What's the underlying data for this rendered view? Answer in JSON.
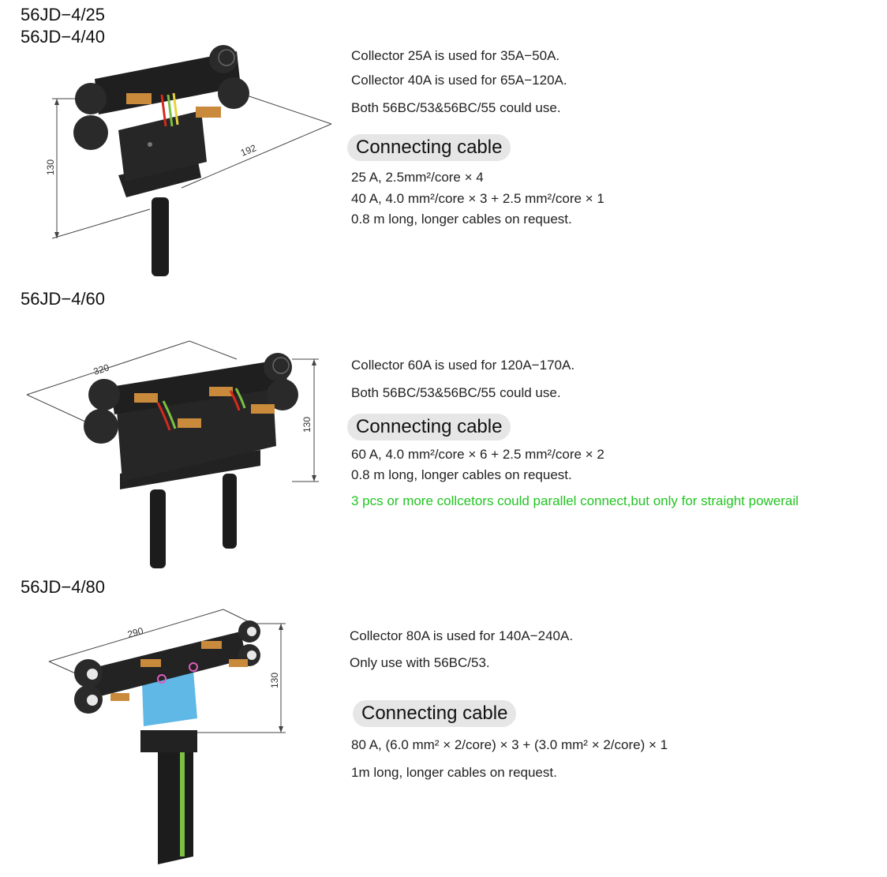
{
  "sections": [
    {
      "titles": [
        "56JD−4/25",
        "56JD−4/40"
      ],
      "lines": [
        "Collector 25A is used for 35A−50A.",
        "Collector 40A is used for 65A−120A.",
        "Both 56BC/53&56BC/55 could use."
      ],
      "cable_heading": "Connecting cable",
      "cable_lines": [
        "25 A, 2.5mm²/core × 4",
        "40 A, 4.0 mm²/core × 3 + 2.5 mm²/core × 1",
        "0.8 m long, longer cables on request."
      ],
      "dimensions": {
        "height": "130",
        "length": "192"
      }
    },
    {
      "titles": [
        "56JD−4/60"
      ],
      "lines": [
        "Collector 60A is used for 120A−170A.",
        "Both 56BC/53&56BC/55 could use."
      ],
      "cable_heading": "Connecting cable",
      "cable_lines": [
        "60 A, 4.0 mm²/core × 6 + 2.5 mm²/core × 2",
        "0.8 m long, longer cables on request."
      ],
      "note": "3 pcs or more collcetors could parallel connect,but only for straight powerail",
      "dimensions": {
        "height": "130",
        "length": "320"
      }
    },
    {
      "titles": [
        "56JD−4/80"
      ],
      "lines": [
        "Collector 80A is used for 140A−240A.",
        "Only use with 56BC/53."
      ],
      "cable_heading": "Connecting cable",
      "cable_lines": [
        "80 A, (6.0 mm² × 2/core) × 3 + (3.0 mm² × 2/core) × 1",
        "1m long, longer cables on request."
      ],
      "dimensions": {
        "height": "130",
        "length": "290"
      }
    }
  ],
  "colors": {
    "body": "#1c1c1c",
    "brass": "#c98a3c",
    "wire_red": "#d42a1e",
    "wire_green": "#7bc043",
    "wire_yellow": "#e8d23a",
    "blue_cable": "#5fb8e6",
    "note_green": "#22c422",
    "pill_bg": "#e6e6e6"
  }
}
